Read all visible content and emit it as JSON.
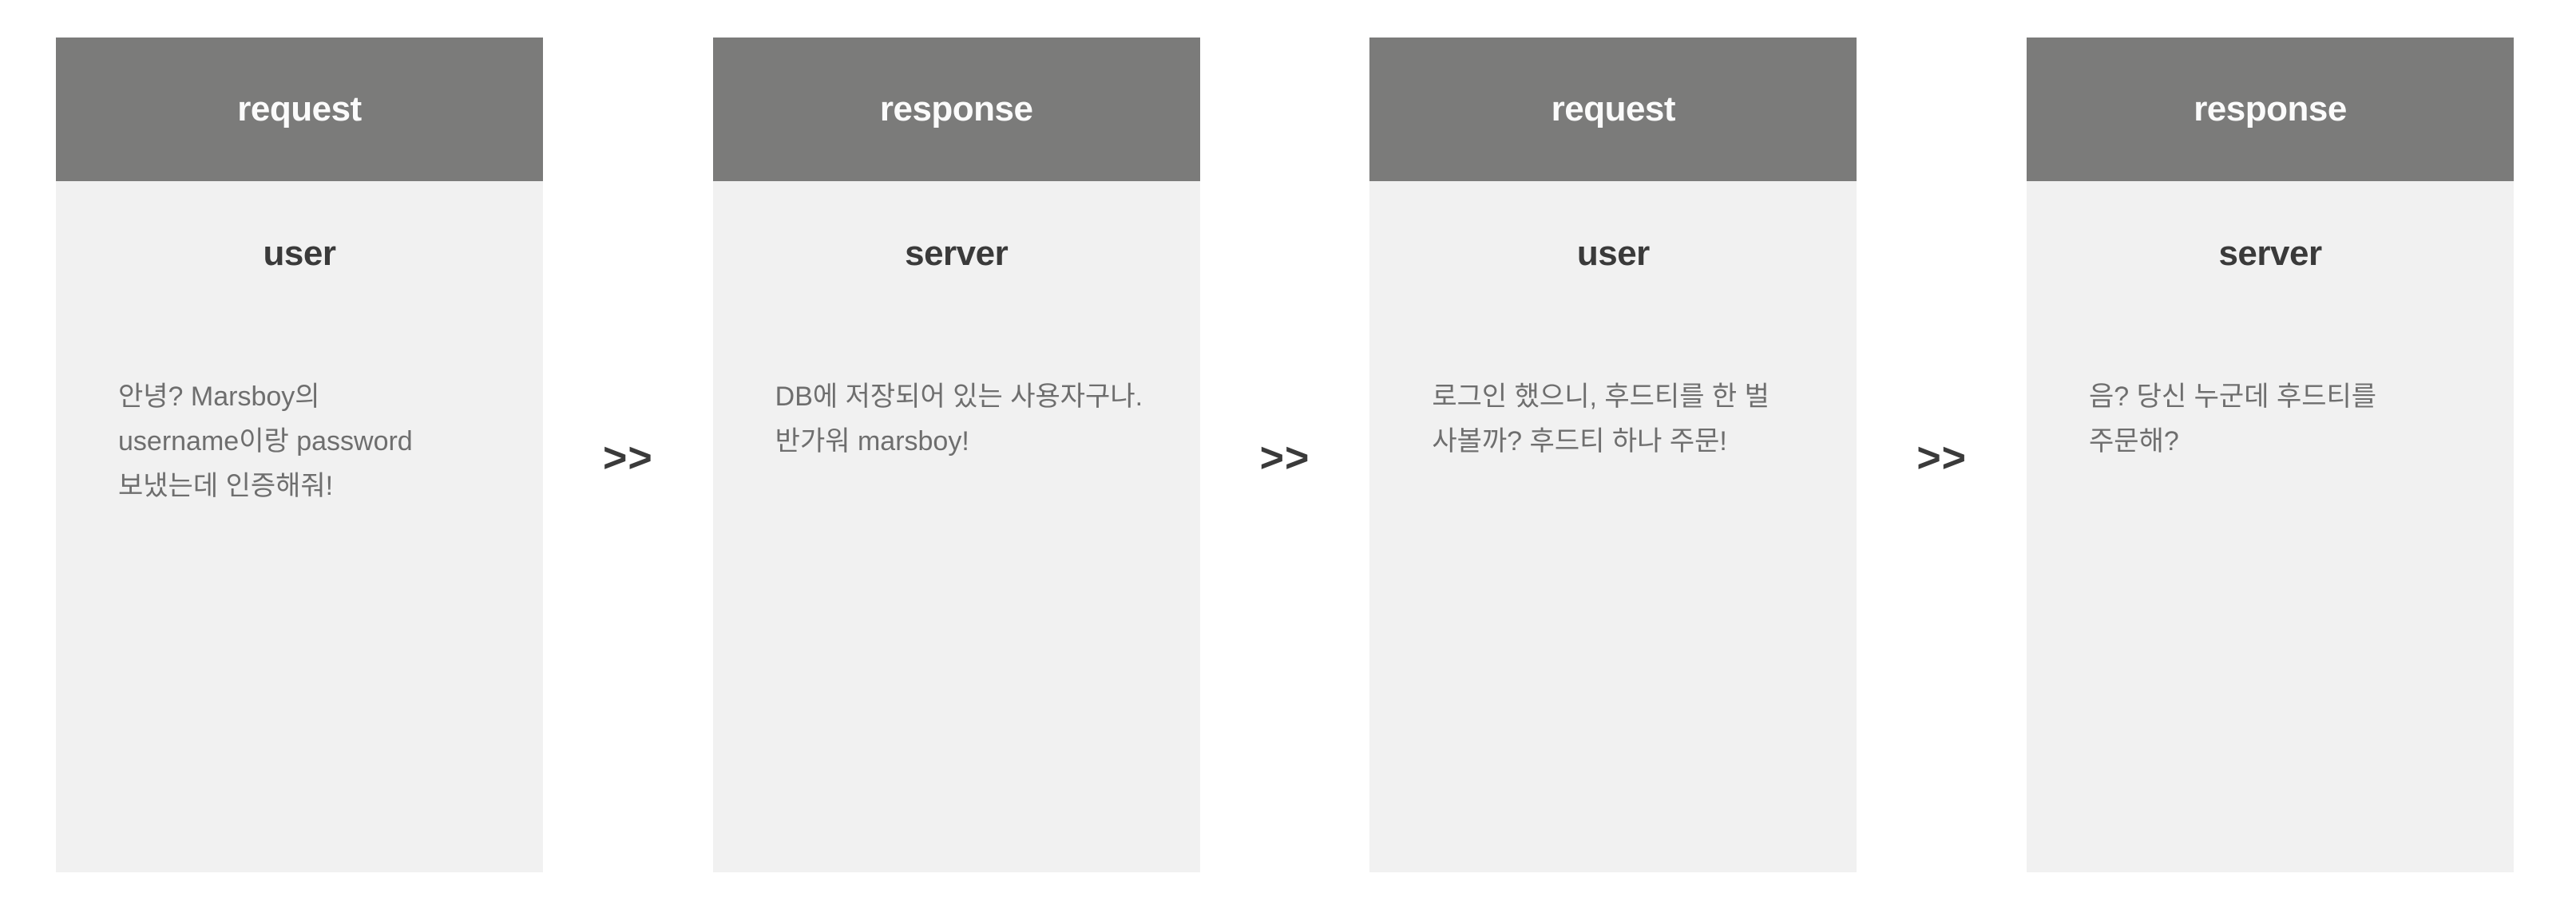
{
  "diagram": {
    "title": "request-response flow",
    "colors": {
      "header_bg": "#7b7b7a",
      "header_text": "#fbfbfb",
      "card_bg": "#f1f1f1",
      "role_text": "#3a3a3a",
      "body_text": "#6e6e6e",
      "arrow": "#3a3a3a",
      "page_bg": "#ffffff"
    },
    "separator": ">>",
    "cards": [
      {
        "header": "request",
        "role": "user",
        "message": "안녕? Marsboy의 username이랑 password 보냈는데 인증해줘!"
      },
      {
        "header": "response",
        "role": "server",
        "message": "DB에 저장되어 있는 사용자구나. 반가워 marsboy!"
      },
      {
        "header": "request",
        "role": "user",
        "message": "로그인 했으니, 후드티를 한 벌 사볼까? 후드티 하나 주문!"
      },
      {
        "header": "response",
        "role": "server",
        "message": "음? 당신 누군데 후드티를 주문해?"
      }
    ]
  }
}
